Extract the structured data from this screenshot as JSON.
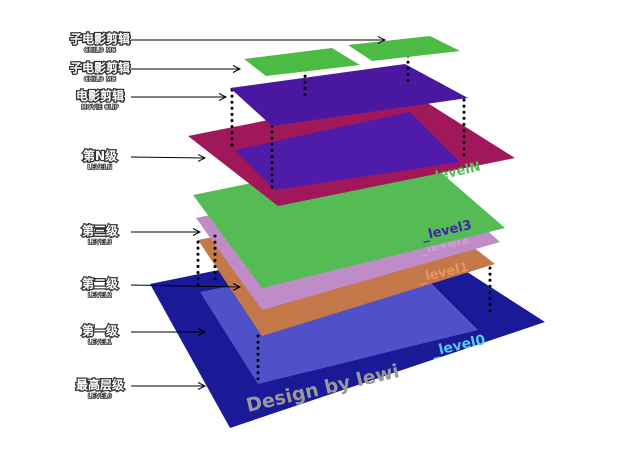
{
  "labels": [
    {
      "cn": "子电影剪辑",
      "en": "CHILD MC"
    },
    {
      "cn": "子电影剪辑",
      "en": "CHILD MC"
    },
    {
      "cn": "电影剪辑",
      "en": "MOVIE CLIP"
    },
    {
      "cn": "第N级",
      "en": "LEVELN"
    },
    {
      "cn": "第三级",
      "en": "LEVEL3"
    },
    {
      "cn": "第二级",
      "en": "LEVEL2"
    },
    {
      "cn": "第一级",
      "en": "LEVEL1"
    },
    {
      "cn": "最高层级",
      "en": "LEVEL0"
    }
  ],
  "plane_tags": {
    "levelN": "_levelN",
    "level3": "_level3",
    "level2": "_level2",
    "level1": "_level1",
    "level0": "_level0"
  },
  "credit": "Design by lewi",
  "colors": {
    "level0": "#1a1a99",
    "level0_inner": "#5050c8",
    "level1": "#c4784a",
    "level2": "#c08cc8",
    "level3": "#55bb55",
    "levelN": "#a0185a",
    "levelN_inner": "#4e1ca8",
    "movie_clip": "#4a18a0",
    "child_mc": "#4cbb44",
    "tag_level0": "#55ccee",
    "tag_purple": "#4422aa",
    "tag_light": "#d8a0d8",
    "tag_level1": "#ee9966",
    "tag_levelN": "#55bb55",
    "credit": "#999999"
  }
}
